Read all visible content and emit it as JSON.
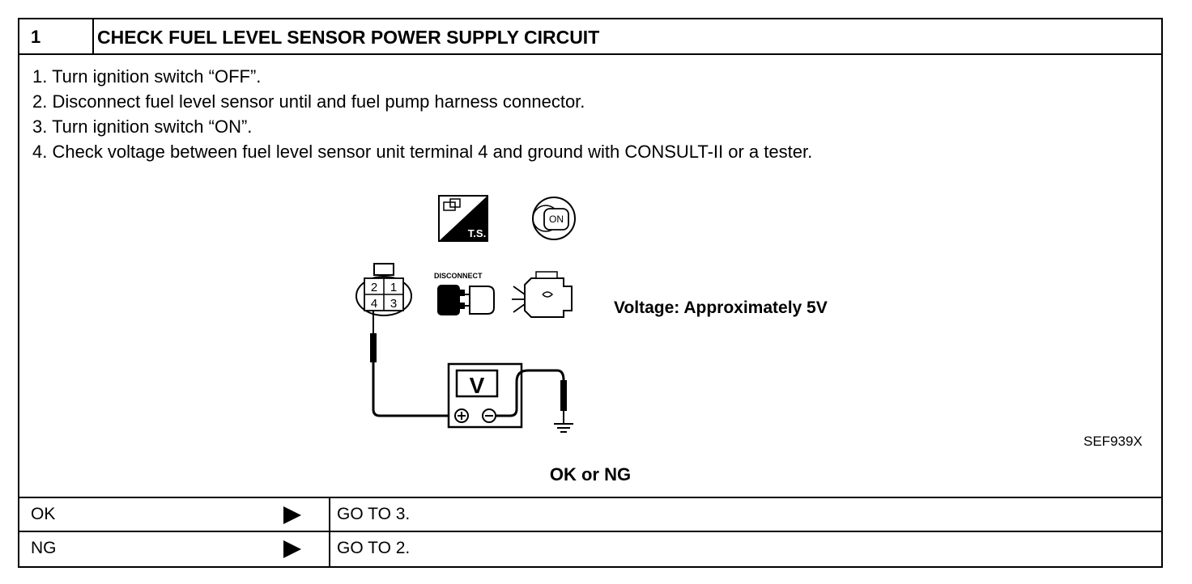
{
  "header": {
    "number": "1",
    "title": "CHECK FUEL LEVEL SENSOR POWER SUPPLY CIRCUIT"
  },
  "steps": [
    "1. Turn ignition switch “OFF”.",
    "2. Disconnect fuel level sensor until and fuel pump harness connector.",
    "3. Turn ignition switch “ON”.",
    "4. Check voltage between fuel level sensor unit terminal 4 and ground with CONSULT-II or a tester."
  ],
  "diagram": {
    "connector_terminals": [
      "2",
      "1",
      "4",
      "3"
    ],
    "ts_label": "T.S.",
    "key_label": "ON",
    "disconnect_label": "DISCONNECT",
    "meter_label": "V",
    "voltage_spec": "Voltage: Approximately 5V",
    "figure_code": "SEF939X",
    "icons": [
      "ts-icon",
      "ignition-key-on-icon",
      "disconnect-connector-icon",
      "engine-icon",
      "voltmeter-icon",
      "ground-icon"
    ]
  },
  "question": "OK or NG",
  "results": [
    {
      "label": "OK",
      "action": "GO TO 3."
    },
    {
      "label": "NG",
      "action": "GO TO 2."
    }
  ]
}
